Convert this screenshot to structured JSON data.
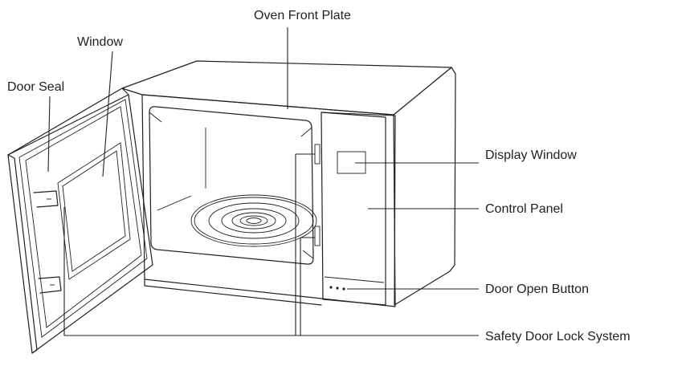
{
  "labels": {
    "oven_front_plate": "Oven Front Plate",
    "window": "Window",
    "door_seal": "Door Seal",
    "display_window": "Display Window",
    "control_panel": "Control Panel",
    "door_open_button": "Door Open Button",
    "safety_door_lock_system": "Safety Door Lock System"
  },
  "colors": {
    "line": "#231f20",
    "background": "#ffffff"
  }
}
